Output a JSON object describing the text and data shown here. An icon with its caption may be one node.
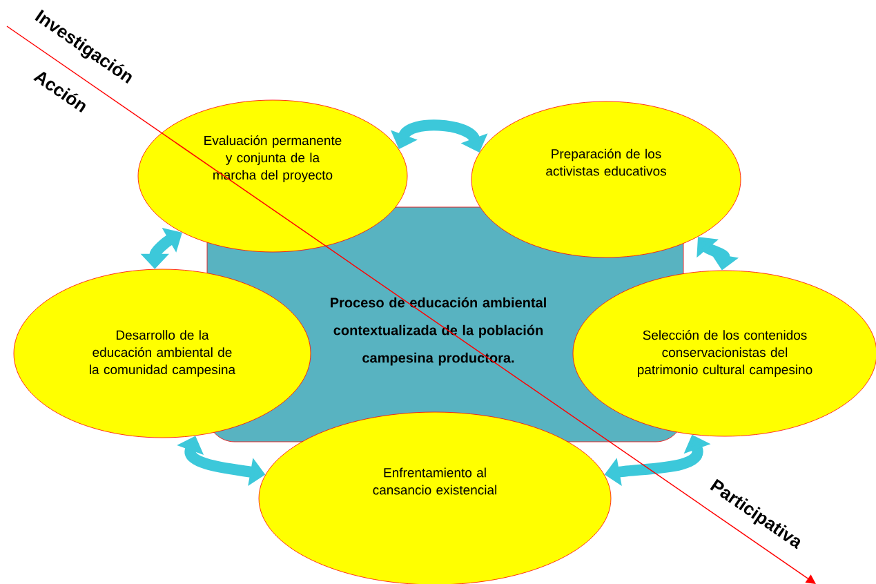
{
  "diagram": {
    "nodes": [
      {
        "text": [
          "Proceso de educación ambiental contextualizada de la población campesina productora."
        ]
      },
      {
        "text": [
          "Evaluación permanente y conjunta de la marcha del proyecto"
        ]
      },
      {
        "text": [
          "Preparación de los activistas educativos"
        ]
      },
      {
        "text": [
          "Selección de los contenidos conservacionistas del patrimonio cultural campesino"
        ]
      },
      {
        "text": [
          "Enfrentamiento al cansancio existencial"
        ]
      },
      {
        "text": [
          "Desarrollo de la educación ambiental de la comunidad campesina"
        ]
      }
    ],
    "edges": [
      {
        "from": 1,
        "to": 2,
        "arrow": "both"
      },
      {
        "from": 2,
        "to": 3,
        "arrow": "both"
      },
      {
        "from": 3,
        "to": 4,
        "arrow": "both"
      },
      {
        "from": 4,
        "to": 5,
        "arrow": "both"
      },
      {
        "from": 5,
        "to": 1,
        "arrow": "both"
      }
    ],
    "labels": [
      "Investigación",
      "Acción",
      "Participativa"
    ]
  }
}
